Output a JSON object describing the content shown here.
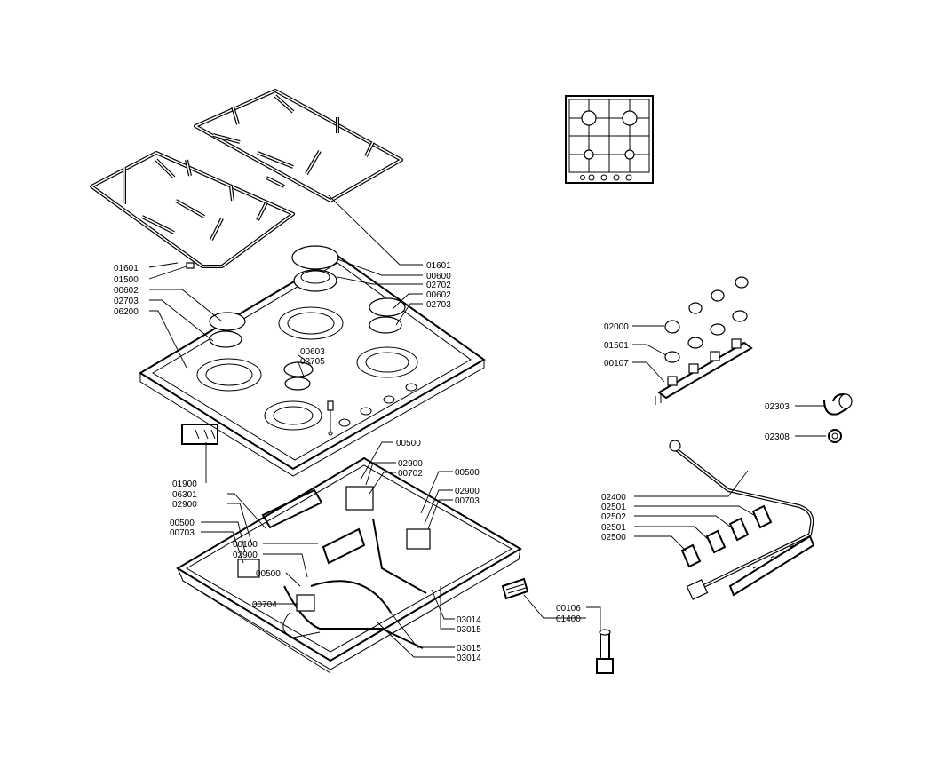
{
  "diagram": {
    "labels": [
      "01601",
      "01500",
      "00602",
      "02703",
      "06200",
      "01601",
      "00600",
      "02702",
      "00602",
      "02703",
      "00603",
      "02705",
      "02000",
      "01501",
      "00107",
      "02303",
      "02308",
      "01900",
      "06301",
      "02900",
      "00500",
      "00703",
      "00100",
      "02900",
      "00500",
      "00704",
      "00500",
      "02900",
      "00702",
      "00500",
      "02900",
      "00703",
      "03014",
      "03015",
      "03015",
      "03014",
      "02400",
      "02501",
      "02502",
      "02501",
      "02500",
      "00106",
      "01400"
    ]
  }
}
